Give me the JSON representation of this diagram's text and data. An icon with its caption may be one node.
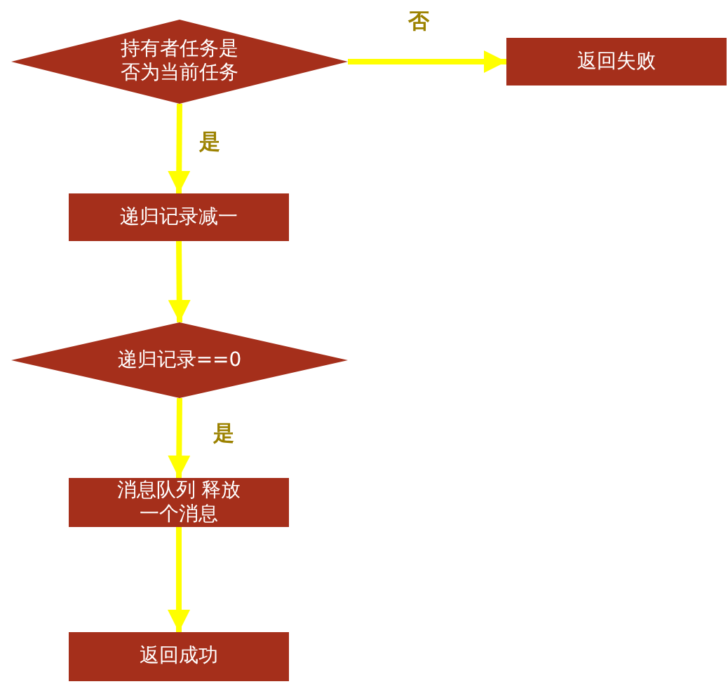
{
  "diagram": {
    "nodes": [
      {
        "text": [
          "持有者任务是否为当前任务"
        ]
      },
      {
        "text": [
          "返回失败"
        ]
      },
      {
        "text": [
          "递归记录减一"
        ]
      },
      {
        "text": [
          "递归记录==0"
        ]
      },
      {
        "text": [
          "消息队列 释放一个消息"
        ]
      },
      {
        "text": [
          "返回成功"
        ]
      }
    ],
    "edges": [
      {
        "from": 0,
        "to": 1,
        "arrow": "to",
        "label": "否"
      },
      {
        "from": 0,
        "to": 2,
        "arrow": "to",
        "label": "是"
      },
      {
        "from": 2,
        "to": 3,
        "arrow": "to"
      },
      {
        "from": 3,
        "to": 4,
        "arrow": "to",
        "label": "是"
      },
      {
        "from": 4,
        "to": 5,
        "arrow": "to"
      }
    ]
  }
}
